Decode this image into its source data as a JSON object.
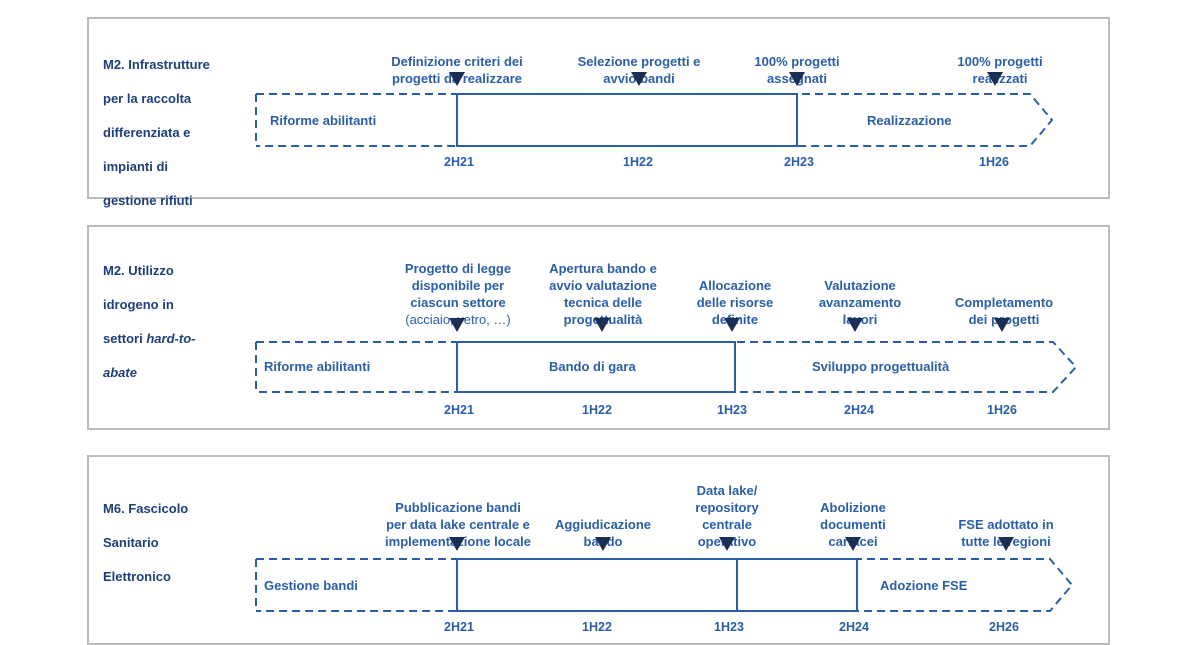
{
  "panels": [
    {
      "title_lines": [
        "M2. Infrastrutture",
        "per la raccolta",
        "differenziata e",
        "impianti di",
        "gestione rifiuti"
      ],
      "milestones": [
        {
          "lines": [
            "Definizione criteri dei",
            "progetti da realizzare"
          ]
        },
        {
          "lines": [
            "Selezione progetti e",
            "avvio bandi"
          ]
        },
        {
          "lines": [
            "100% progetti",
            "assegnati"
          ]
        },
        {
          "lines": [
            "100% progetti",
            "realizzati"
          ]
        }
      ],
      "segments": [
        "Riforme abilitanti",
        "Realizzazione"
      ],
      "ticks": [
        "2H21",
        "1H22",
        "2H23",
        "1H26"
      ]
    },
    {
      "title_lines": [
        "M2. Utilizzo",
        "idrogeno in",
        "settori"
      ],
      "title_italic_lines": [
        "hard-to-",
        "abate"
      ],
      "milestones": [
        {
          "lines": [
            "Progetto di legge",
            "disponibile per",
            "ciascun settore"
          ],
          "note": "(acciaio, vetro, …)"
        },
        {
          "lines": [
            "Apertura bando e",
            "avvio valutazione",
            "tecnica delle",
            "progettualità"
          ]
        },
        {
          "lines": [
            "Allocazione",
            "delle risorse",
            "definite"
          ]
        },
        {
          "lines": [
            "Valutazione",
            "avanzamento",
            "lavori"
          ]
        },
        {
          "lines": [
            "Completamento",
            "dei progetti"
          ]
        }
      ],
      "segments": [
        "Riforme abilitanti",
        "Bando di gara",
        "Sviluppo progettualità"
      ],
      "ticks": [
        "2H21",
        "1H22",
        "1H23",
        "2H24",
        "1H26"
      ]
    },
    {
      "title_lines": [
        "M6. Fascicolo",
        "Sanitario",
        "Elettronico"
      ],
      "milestones": [
        {
          "lines": [
            "Pubblicazione bandi",
            "per data lake centrale e",
            "implementazione locale"
          ]
        },
        {
          "lines": [
            "Aggiudicazione",
            "bando"
          ]
        },
        {
          "lines": [
            "Data lake/",
            "repository",
            "centrale",
            "operativo"
          ]
        },
        {
          "lines": [
            "Abolizione",
            "documenti",
            "cartacei"
          ]
        },
        {
          "lines": [
            "FSE adottato in",
            "tutte le regioni"
          ]
        }
      ],
      "segments": [
        "Gestione bandi",
        "Adozione FSE"
      ],
      "ticks": [
        "2H21",
        "1H22",
        "1H23",
        "2H24",
        "2H26"
      ]
    }
  ],
  "colors": {
    "accent": "#2a5fa8",
    "title": "#1e3f7a",
    "marker": "#1b2f55",
    "border": "#bcbcbc"
  }
}
